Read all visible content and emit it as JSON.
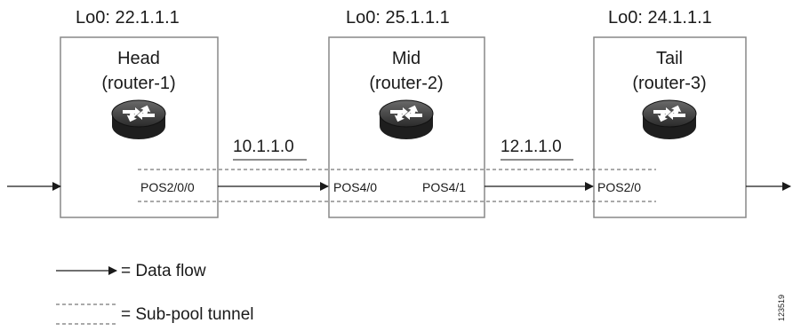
{
  "routers": [
    {
      "loopback": "Lo0: 22.1.1.1",
      "name": "Head",
      "id": "(router-1)"
    },
    {
      "loopback": "Lo0: 25.1.1.1",
      "name": "Mid",
      "id": "(router-2)"
    },
    {
      "loopback": "Lo0: 24.1.1.1",
      "name": "Tail",
      "id": "(router-3)"
    }
  ],
  "networks": [
    "10.1.1.0",
    "12.1.1.0"
  ],
  "ports": {
    "head_out": "POS2/0/0",
    "mid_in": "POS4/0",
    "mid_out": "POS4/1",
    "tail_in": "POS2/0"
  },
  "legend": {
    "data_flow": "= Data flow",
    "sub_pool_tunnel": "= Sub-pool tunnel"
  },
  "figure_id": "123519"
}
